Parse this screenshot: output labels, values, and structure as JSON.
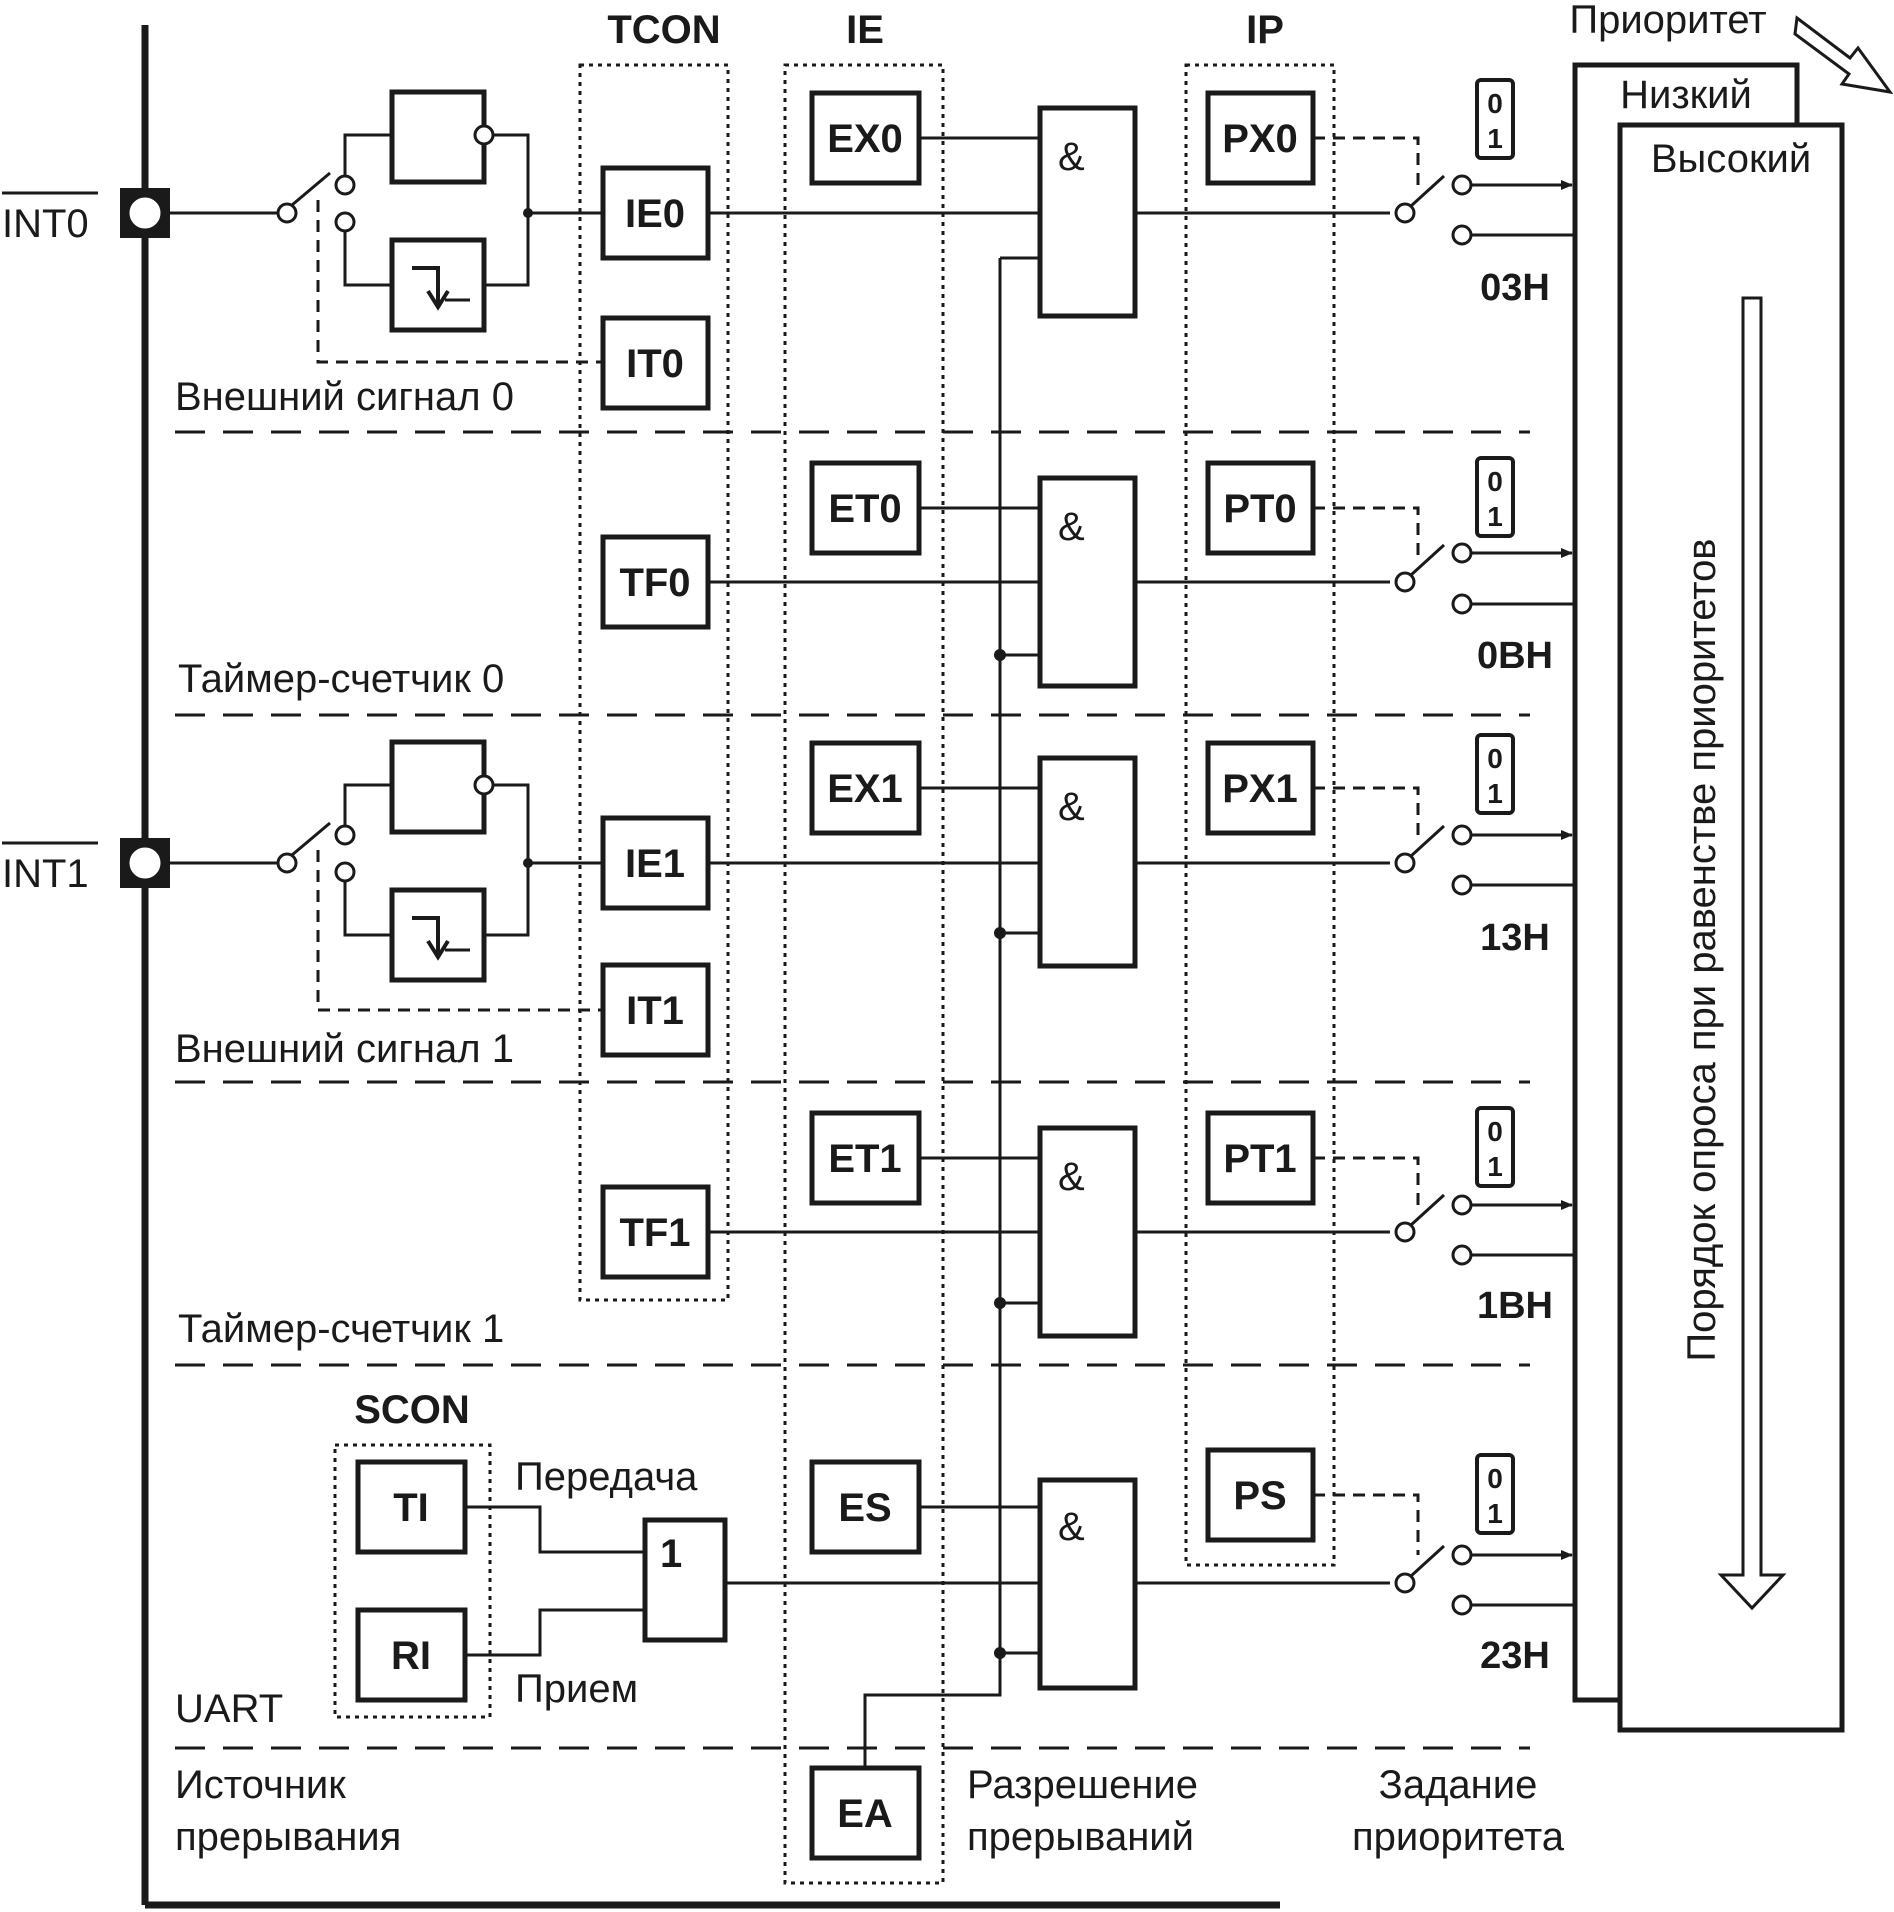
{
  "headers": {
    "tcon": "TCON",
    "ie": "IE",
    "ip": "IP",
    "scon": "SCON",
    "priority": "Приоритет"
  },
  "pins": {
    "int0": "INT0",
    "int1": "INT1"
  },
  "registers": {
    "ie0": "IE0",
    "it0": "IT0",
    "tf0": "TF0",
    "ie1": "IE1",
    "it1": "IT1",
    "tf1": "TF1",
    "ex0": "EX0",
    "et0": "ET0",
    "ex1": "EX1",
    "et1": "ET1",
    "es": "ES",
    "ea": "EA",
    "px0": "PX0",
    "pt0": "PT0",
    "px1": "PX1",
    "pt1": "PT1",
    "ps": "PS",
    "ti": "TI",
    "ri": "RI"
  },
  "gates": {
    "and": "&",
    "or": "1"
  },
  "switch_bits": {
    "zero": "0",
    "one": "1"
  },
  "vectors": [
    "03H",
    "0BH",
    "13H",
    "1BH",
    "23H"
  ],
  "sources": {
    "ext0": "Внешний сигнал 0",
    "timer0": "Таймер-счетчик 0",
    "ext1": "Внешний сигнал 1",
    "timer1": "Таймер-счетчик 1",
    "uart": "UART",
    "tx": "Передача",
    "rx": "Прием"
  },
  "priority_levels": {
    "low": "Низкий",
    "high": "Высокий"
  },
  "poll_order": "Порядок опроса при равенстве приоритетов",
  "footer": {
    "source_line1": "Источник",
    "source_line2": "прерывания",
    "enable_line1": "Разрешение",
    "enable_line2": "прерываний",
    "priority_line1": "Задание",
    "priority_line2": "приоритета"
  }
}
